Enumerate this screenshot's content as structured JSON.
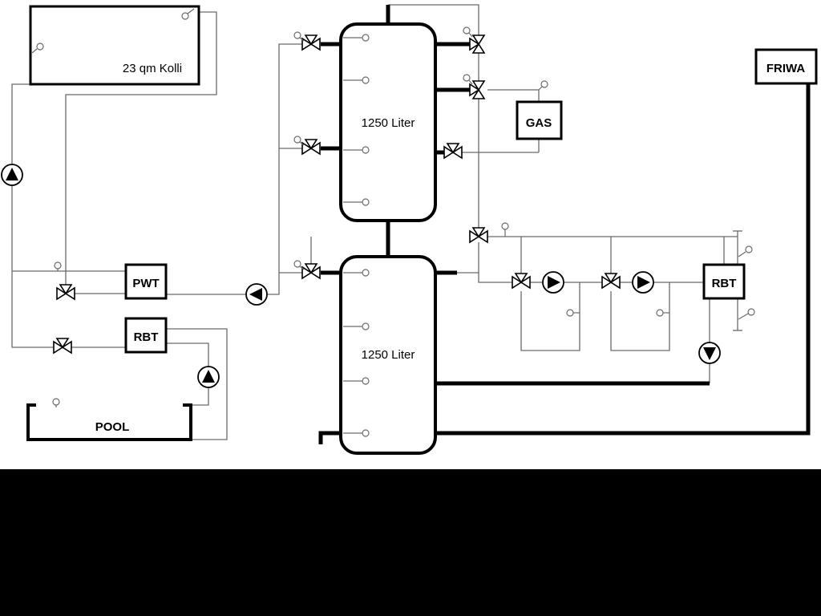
{
  "diagram": {
    "labels": {
      "collector": "23 qm Kolli",
      "buffer_tank_top": "1250 Liter",
      "buffer_tank_bottom": "1250 Liter",
      "gas_boiler": "GAS",
      "friwa_station": "FRIWA",
      "pwt_heat_exchanger": "PWT",
      "rbt_left": "RBT",
      "rbt_right": "RBT",
      "pool": "POOL"
    },
    "colors": {
      "background": "#ffffff",
      "line_thick": "#000000",
      "line_thin": "#6b6b6b",
      "bottom_band": "#000000",
      "symbol_fill": "#ffffff"
    },
    "components": {
      "pumps": [
        "solar-pump-up",
        "pwt-charge-pump-left",
        "pool-pump-up",
        "mixing-circuit-1-pump-right",
        "mixing-circuit-2-pump-right",
        "rbt-return-pump-down"
      ],
      "three_way_valves": 11,
      "sensors": 19,
      "tanks": 2
    }
  }
}
